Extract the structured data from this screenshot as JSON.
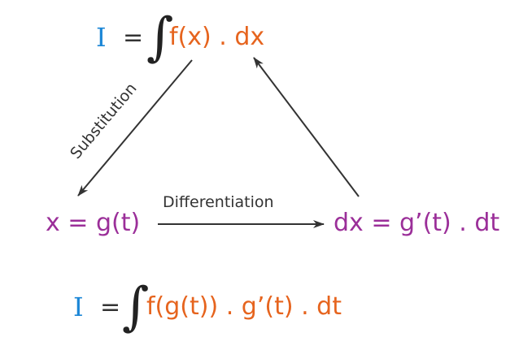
{
  "diagram": {
    "top_formula": {
      "lhs": "I",
      "equals": "=",
      "integral": "∫",
      "integrand": "f(x) . dx"
    },
    "left_node": {
      "text": "x = g(t)"
    },
    "right_node": {
      "text": "dx = g’(t) . dt"
    },
    "bottom_formula": {
      "lhs": "I",
      "equals": "=",
      "integral": "∫",
      "integrand": "f(g(t)) . g’(t) . dt"
    },
    "edges": [
      {
        "from": "top_formula",
        "to": "left_node",
        "label": "Substitution"
      },
      {
        "from": "left_node",
        "to": "right_node",
        "label": "Differentiation"
      },
      {
        "from": "right_node",
        "to": "top_formula",
        "label": ""
      }
    ],
    "colors": {
      "I": "#1b86d6",
      "integrand": "#e6641e",
      "nodes": "#9b2f99",
      "arrows": "#333333"
    }
  }
}
